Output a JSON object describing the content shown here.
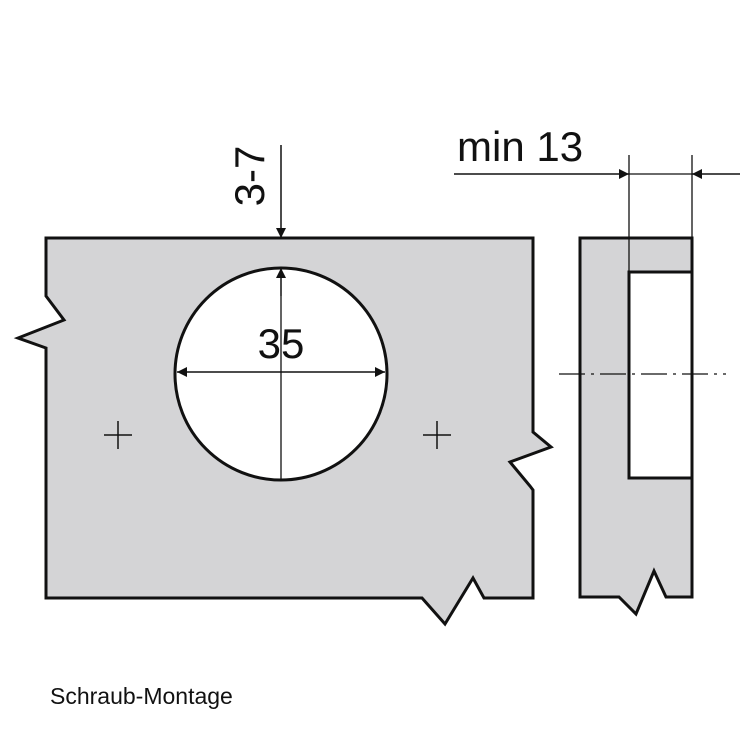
{
  "colors": {
    "panel_fill": "#d4d4d6",
    "hole_fill": "#ffffff",
    "stroke": "#111111",
    "background": "#ffffff"
  },
  "dimensions": {
    "edge_distance": "3-7",
    "bore_diameter": "35",
    "min_thickness": "min 13"
  },
  "caption": "Schraub-Montage"
}
